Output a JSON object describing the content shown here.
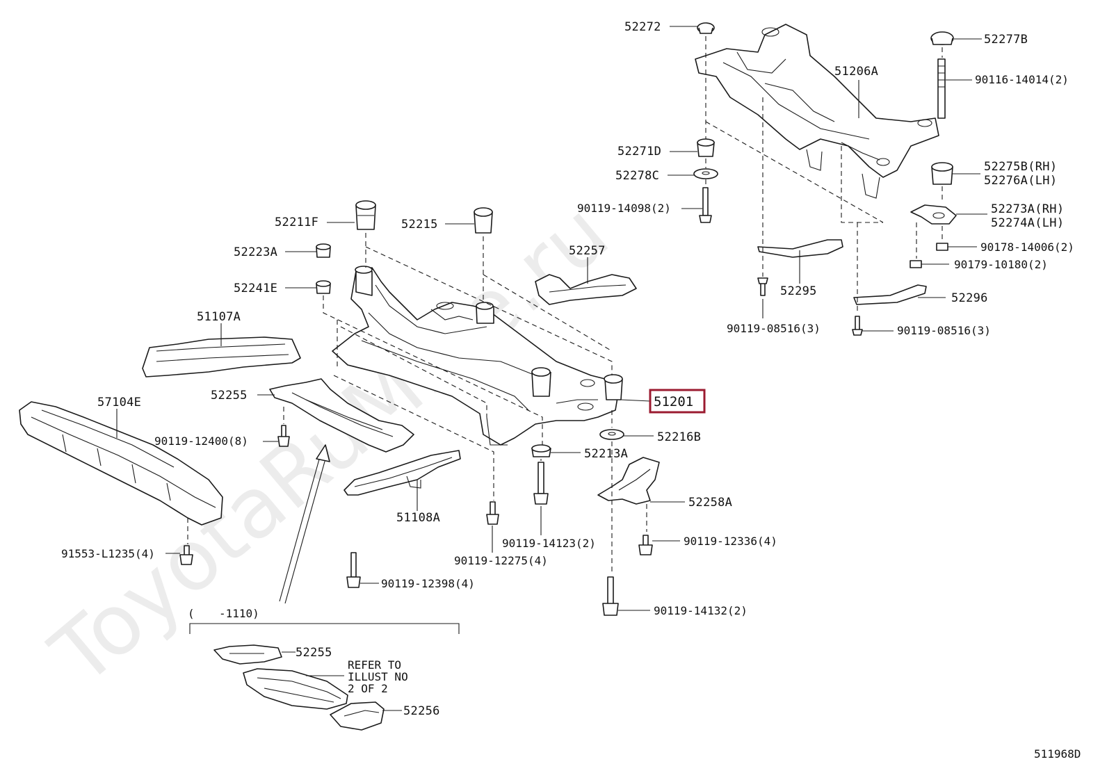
{
  "watermark": "ToyotaRuMine.ru",
  "figure_code": "511968D",
  "callouts": {
    "p52272": "52272",
    "p52277B": "52277B",
    "p51206A": "51206A",
    "p90116_14014": "90116-14014(2)",
    "p52271D": "52271D",
    "p52275B": "52275B(RH)",
    "p52276A": "52276A(LH)",
    "p52278C": "52278C",
    "p90119_14098": "90119-14098(2)",
    "p52273A": "52273A(RH)",
    "p52274A": "52274A(LH)",
    "p90178_14006": "90178-14006(2)",
    "p90179_10180": "90179-10180(2)",
    "p52211F": "52211F",
    "p52215": "52215",
    "p52257": "52257",
    "p52223A": "52223A",
    "p52295": "52295",
    "p52296": "52296",
    "p52241E": "52241E",
    "p90119_08516a": "90119-08516(3)",
    "p90119_08516b": "90119-08516(3)",
    "p51107A": "51107A",
    "p51201": "51201",
    "p52255": "52255",
    "p57104E": "57104E",
    "p52216B": "52216B",
    "p90119_12400": "90119-12400(8)",
    "p52213A": "52213A",
    "p52258A": "52258A",
    "p51108A": "51108A",
    "p90119_14123": "90119-14123(2)",
    "p90119_12336": "90119-12336(4)",
    "p91553_L1235": "91553-L1235(4)",
    "p90119_12275": "90119-12275(4)",
    "p90119_12398": "90119-12398(4)",
    "p90119_14132": "90119-14132(2)"
  },
  "inset": {
    "range_open": "(",
    "range_end": "-1110)",
    "p52255": "52255",
    "p52256": "52256",
    "refer_line1": "REFER TO",
    "refer_line2": "ILLUST NO",
    "refer_line3": "2 OF 2"
  },
  "highlight_color": "#9b1b30"
}
